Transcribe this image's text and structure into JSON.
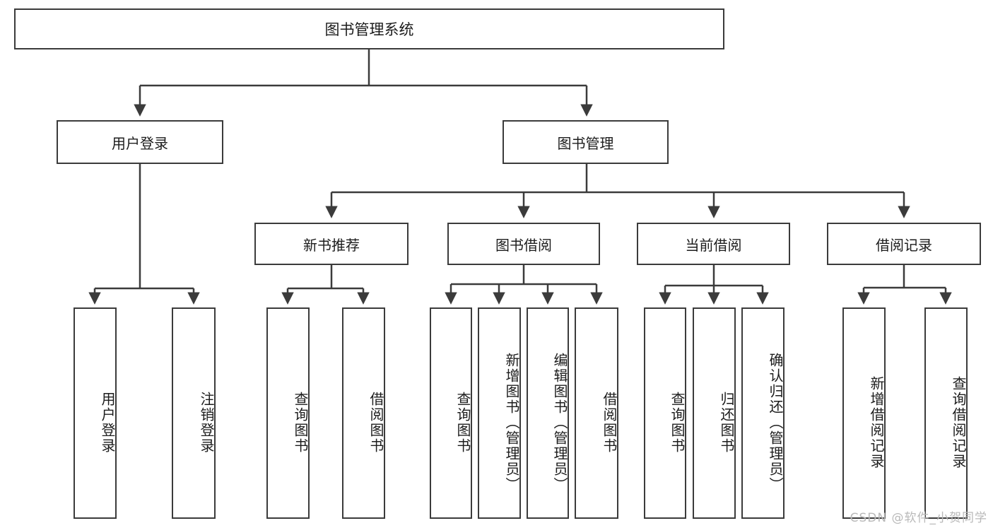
{
  "diagram": {
    "title": "图书管理系统",
    "type": "tree-hierarchy-chart",
    "orientation": "top-down",
    "colors": {
      "box_border": "#3b3b3b",
      "box_fill": "#ffffff",
      "connector": "#3b3b3b",
      "text": "#1c1c1c",
      "watermark": "#b9b9b9",
      "background": "#ffffff"
    },
    "root": {
      "label": "图书管理系统"
    },
    "level1": [
      {
        "label": "用户登录"
      },
      {
        "label": "图书管理"
      }
    ],
    "level2": [
      {
        "label": "新书推荐"
      },
      {
        "label": "图书借阅"
      },
      {
        "label": "当前借阅"
      },
      {
        "label": "借阅记录"
      }
    ],
    "leaves": {
      "user_login": [
        {
          "label": "用户登录"
        },
        {
          "label": "注销登录"
        }
      ],
      "new_book_recommend": [
        {
          "label": "查询图书"
        },
        {
          "label": "借阅图书"
        }
      ],
      "book_borrow": [
        {
          "label": "查询图书"
        },
        {
          "label": "新增图书（管理员）"
        },
        {
          "label": "编辑图书（管理员）"
        },
        {
          "label": "借阅图书"
        }
      ],
      "current_borrow": [
        {
          "label": "查询图书"
        },
        {
          "label": "归还图书"
        },
        {
          "label": "确认归还（管理员）"
        }
      ],
      "borrow_record": [
        {
          "label": "新增借阅记录"
        },
        {
          "label": "查询借阅记录"
        }
      ]
    },
    "watermark": "CSDN @软件_小贺同学"
  }
}
